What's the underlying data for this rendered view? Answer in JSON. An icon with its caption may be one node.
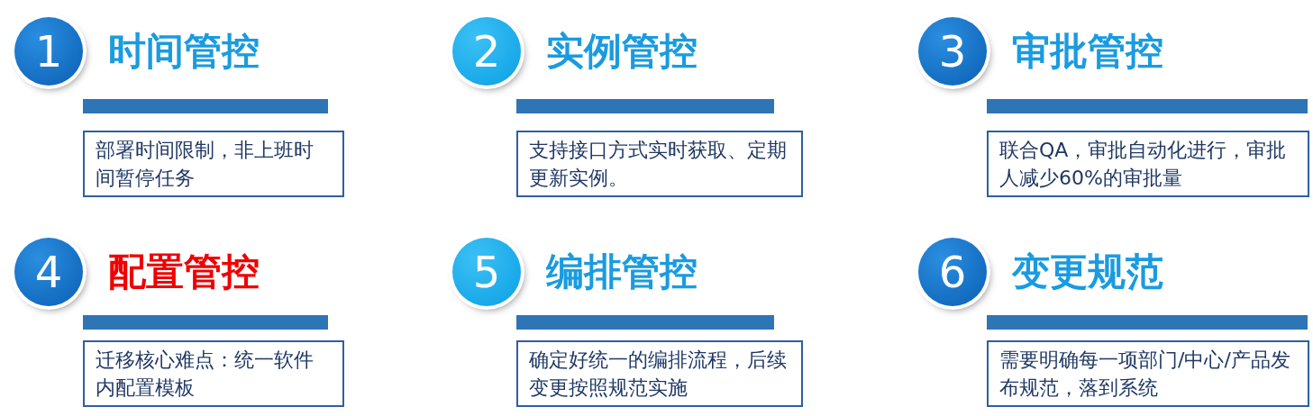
{
  "diagram": {
    "nodes": [
      {
        "text": [
          "1"
        ],
        "beside": [
          "时间管控"
        ]
      },
      {
        "text": [],
        "shape": "bar"
      },
      {
        "text": [
          "部署时间限制，非上班时间暂停任务"
        ]
      },
      {
        "text": [
          "2"
        ],
        "beside": [
          "实例管控"
        ]
      },
      {
        "text": [],
        "shape": "bar"
      },
      {
        "text": [
          "支持接口方式实时获取、定期更新实例。"
        ]
      },
      {
        "text": [
          "3"
        ],
        "beside": [
          "审批管控"
        ]
      },
      {
        "text": [],
        "shape": "bar"
      },
      {
        "text": [
          "联合QA，审批自动化进行，审批人减少60%的审批量"
        ]
      },
      {
        "text": [
          "4"
        ],
        "beside": [
          "配置管控"
        ]
      },
      {
        "text": [],
        "shape": "bar"
      },
      {
        "text": [
          "迁移核心难点：统一软件内配置模板"
        ]
      },
      {
        "text": [
          "5"
        ],
        "beside": [
          "编排管控"
        ]
      },
      {
        "text": [],
        "shape": "bar"
      },
      {
        "text": [
          "确定好统一的编排流程，后续变更按照规范实施"
        ]
      },
      {
        "text": [
          "6"
        ],
        "beside": [
          "变更规范"
        ]
      },
      {
        "text": [],
        "shape": "bar"
      },
      {
        "text": [
          "需要明确每一项部门/中心/产品发布规范，落到系统"
        ]
      }
    ],
    "edges": []
  }
}
